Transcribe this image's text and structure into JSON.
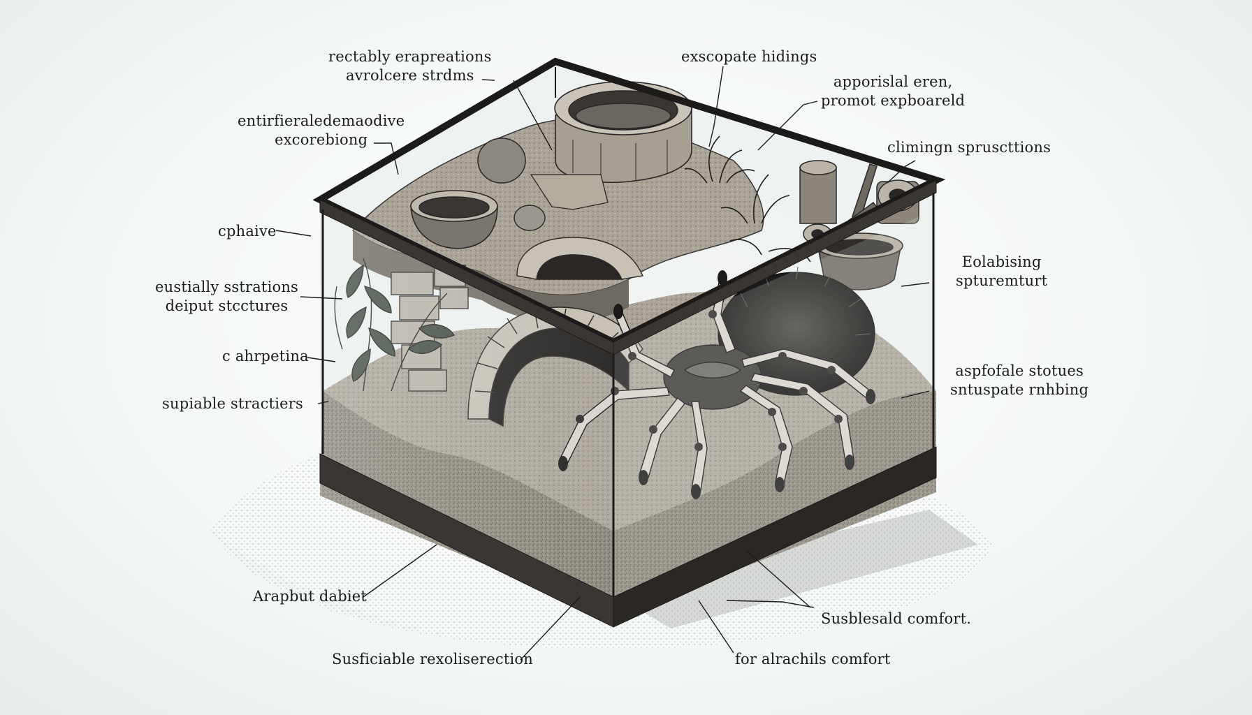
{
  "labels": {
    "l1": [
      "rectably erapreations",
      "avrolcere strdms"
    ],
    "l2": [
      "exscopate hidings"
    ],
    "l3": [
      "apporislal eren,",
      "promot expboareld"
    ],
    "l4": [
      "entirfieraledemaodive",
      "excorebiong"
    ],
    "l5": [
      "climingn spruscttions"
    ],
    "l6": [
      "cphaive"
    ],
    "l7": [
      "Eolabising",
      "spturemturt"
    ],
    "l8": [
      "eustially sstrations",
      "deiput stcctures"
    ],
    "l9": [
      "c ahrpetina"
    ],
    "l10": [
      "aspfofale stotues",
      "sntuspate rnhbing"
    ],
    "l11": [
      "supiable stractiers"
    ],
    "l12": [
      "Arapbut dabiet"
    ],
    "l13": [
      "Susblesald comfort."
    ],
    "l14": [
      "Susficiable rexoliserection"
    ],
    "l15": [
      "for alrachils comfort"
    ]
  },
  "illustration": {
    "subject": "tarantula-terrarium",
    "style": "monochrome-engraving",
    "colors": {
      "ink": "#1a1a1a",
      "frame": "#2a2826",
      "substrate": "#8a8478",
      "glass": "#e9eeec",
      "background": "#f4f8f6"
    }
  }
}
